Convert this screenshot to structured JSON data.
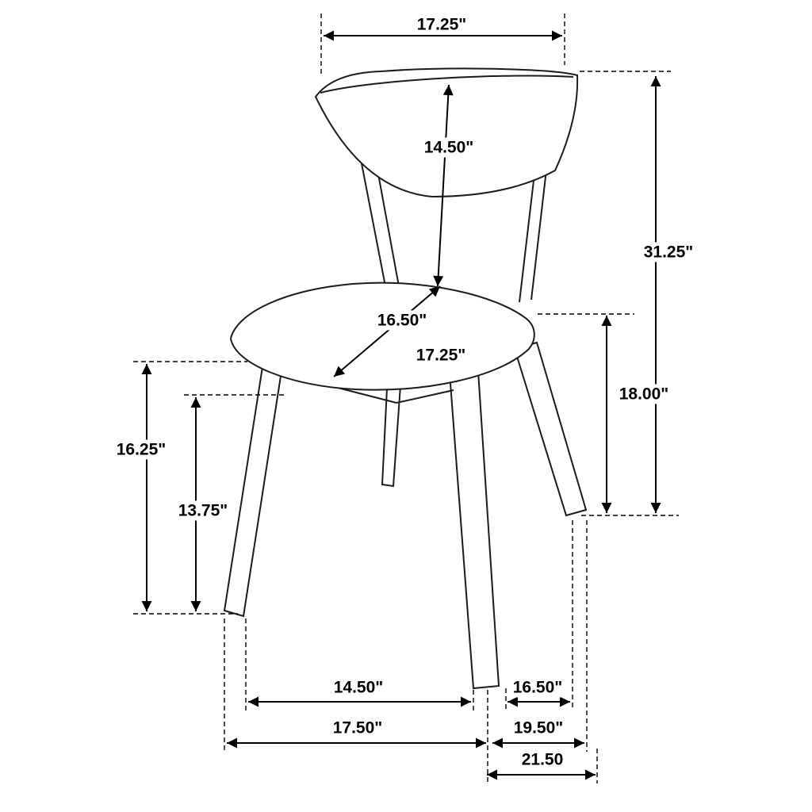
{
  "diagram": {
    "subject": "dining chair dimension drawing",
    "labels": {
      "top_width": "17.25\"",
      "backrest_height": "14.50\"",
      "overall_height": "31.25\"",
      "seat_diagonal": "16.50\"",
      "seat_width": "17.25\"",
      "seat_height": "18.00\"",
      "left_outer_height": "16.25\"",
      "left_inner_height": "13.75\"",
      "front_leg_inner_span": "14.50\"",
      "front_leg_outer_span": "17.50\"",
      "side_inner_span": "16.50\"",
      "side_mid_span": "19.50\"",
      "overall_depth": "21.50"
    },
    "colors": {
      "line": "#000000",
      "background": "#ffffff"
    }
  }
}
